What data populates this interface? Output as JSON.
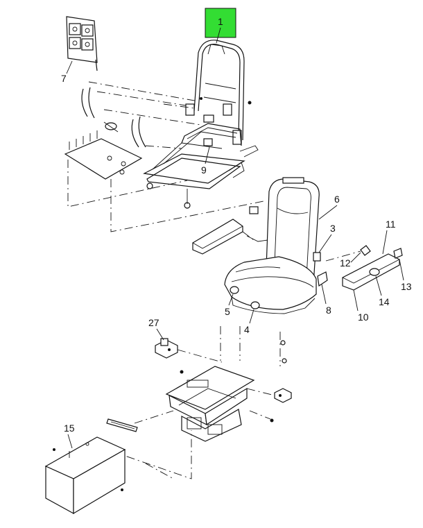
{
  "diagram": {
    "highlight_color": "#33dd33",
    "callouts": {
      "c1": "1",
      "c3": "3",
      "c4": "4",
      "c5": "5",
      "c6": "6",
      "c7": "7",
      "c8": "8",
      "c9": "9",
      "c10": "10",
      "c11": "11",
      "c12": "12",
      "c13": "13",
      "c14": "14",
      "c15": "15",
      "c27": "27"
    }
  }
}
